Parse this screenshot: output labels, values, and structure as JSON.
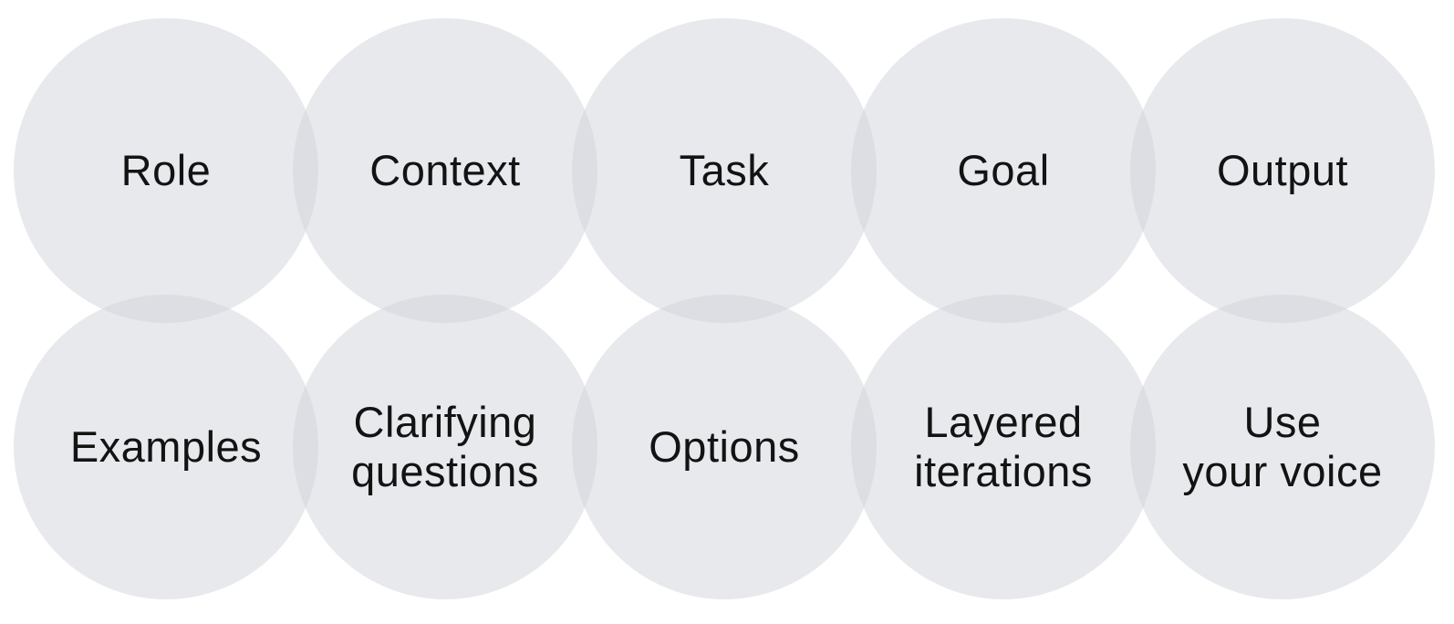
{
  "diagram": {
    "description": "Two rows of five overlapping circles listing prompt-writing elements",
    "colors": {
      "background": "#ffffff",
      "circle_fill": "#e9eaec",
      "circle_overlap": "#dde0e4",
      "text": "#131314"
    },
    "rows": [
      {
        "items": [
          {
            "label": "Role"
          },
          {
            "label": "Context"
          },
          {
            "label": "Task"
          },
          {
            "label": "Goal"
          },
          {
            "label": "Output"
          }
        ]
      },
      {
        "items": [
          {
            "label": "Examples"
          },
          {
            "label": "Clarifying\nquestions"
          },
          {
            "label": "Options"
          },
          {
            "label": "Layered\niterations"
          },
          {
            "label": "Use\nyour voice"
          }
        ]
      }
    ]
  }
}
